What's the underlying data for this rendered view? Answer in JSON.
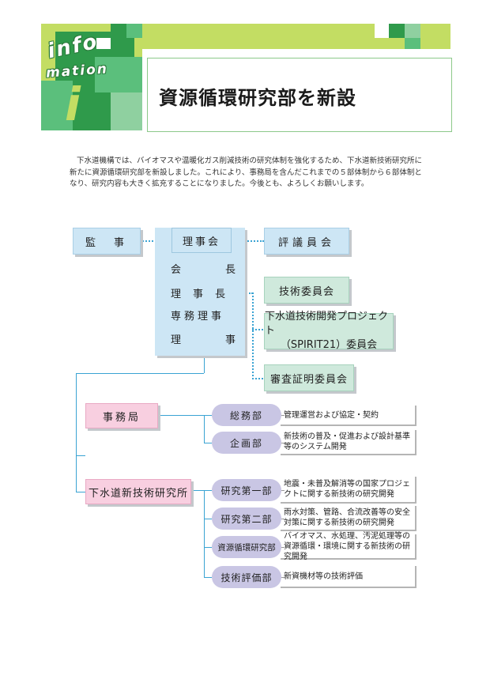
{
  "header": {
    "info_word_1": "info",
    "info_word_2": "mation",
    "info_letter": "i",
    "title": "資源循環研究部を新設",
    "colors": {
      "light_green": "#c3dd63",
      "mid_green": "#5bbf7c",
      "dark_green": "#2f9a4b"
    }
  },
  "intro": "下水道機構では、バイオマスや温暖化ガス削減技術の研究体制を強化するため、下水道新技術研究所に新たに資源循環研究部を新設しました。これにより、事務局を含んだこれまでの５部体制から６部体制となり、研究内容も大きく拡充することになりました。今後とも、よろしくお願いします。",
  "chart": {
    "kanji": "監　事",
    "rijikai": "理事会",
    "hyogiinkai": "評議員会",
    "roles": {
      "kaicho_1": "会",
      "kaicho_2": "長",
      "rijicho": "理　事　長",
      "senmu": "専務理事",
      "riji_1": "理",
      "riji_2": "事"
    },
    "gijutsu_iinkai": "技術委員会",
    "spirit_line1": "下水道技術開発プロジェクト",
    "spirit_line2": "（SPIRIT21）委員会",
    "shinsa": "審査証明委員会",
    "jimukyoku": "事務局",
    "kenkyusho": "下水道新技術研究所",
    "departments": [
      {
        "name": "総務部",
        "desc": "管理運営および協定・契約"
      },
      {
        "name": "企画部",
        "desc": "新技術の普及・促進および設計基準等のシステム開発"
      },
      {
        "name": "研究第一部",
        "desc": "地震・未普及解消等の国家プロジェクトに関する新技術の研究開発"
      },
      {
        "name": "研究第二部",
        "desc": "雨水対策、管路、合流改善等の安全対策に関する新技術の研究開発"
      },
      {
        "name": "資源循環研究部",
        "desc": "バイオマス、水処理、汚泥処理等の資源循環・環境に関する新技術の研究開発"
      },
      {
        "name": "技術評価部",
        "desc": "新資機材等の技術評価"
      }
    ]
  }
}
